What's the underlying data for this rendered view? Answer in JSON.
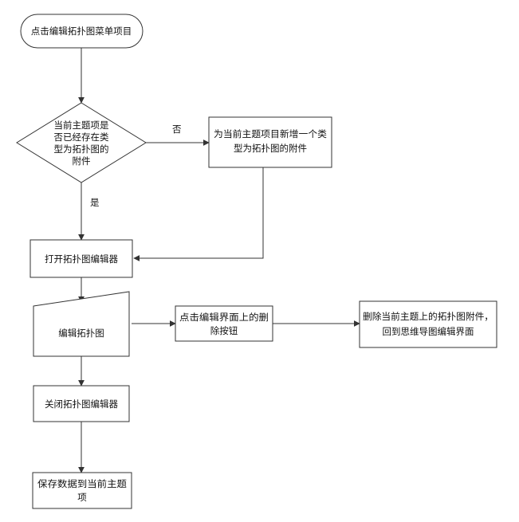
{
  "nodes": {
    "start": "点击编辑拓扑图菜单项目",
    "decision": [
      "当前主题项是",
      "否已经存在类",
      "型为拓扑图的",
      "附件"
    ],
    "add_attachment": [
      "为当前主题项目新增一个类",
      "型为拓扑图的附件"
    ],
    "open_editor": "打开拓扑图编辑器",
    "edit": "编辑拓扑图",
    "click_delete": [
      "点击编辑界面上的删",
      "除按钮"
    ],
    "delete_attachment": [
      "删除当前主题上的拓扑图附件，",
      "回到思维导图编辑界面"
    ],
    "close_editor": "关闭拓扑图编辑器",
    "save": [
      "保存数据到当前主题",
      "项"
    ]
  },
  "edges": {
    "no_label": "否",
    "yes_label": "是"
  }
}
